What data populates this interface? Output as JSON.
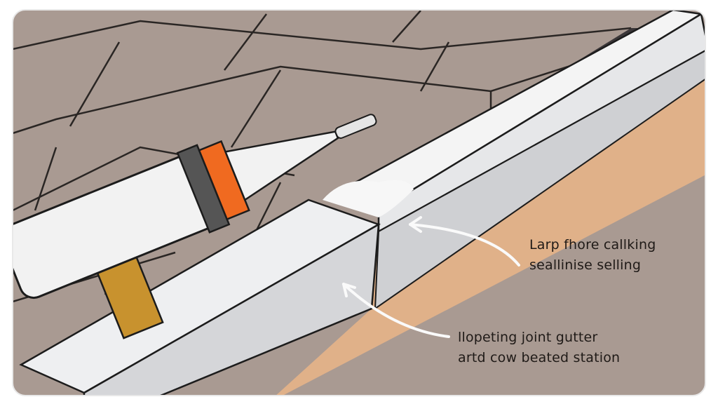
{
  "annotations": [
    {
      "lines": [
        "Larp fhore callking",
        "seallinise selling"
      ]
    },
    {
      "lines": [
        "llopeting joint gutter",
        "artd cow beated station"
      ]
    }
  ],
  "colors": {
    "roof": "#a99a92",
    "wall": "#e0b189",
    "gutter": "#d9dadc",
    "gun_accent": "#f06a20",
    "outline": "#1c1c1c"
  }
}
